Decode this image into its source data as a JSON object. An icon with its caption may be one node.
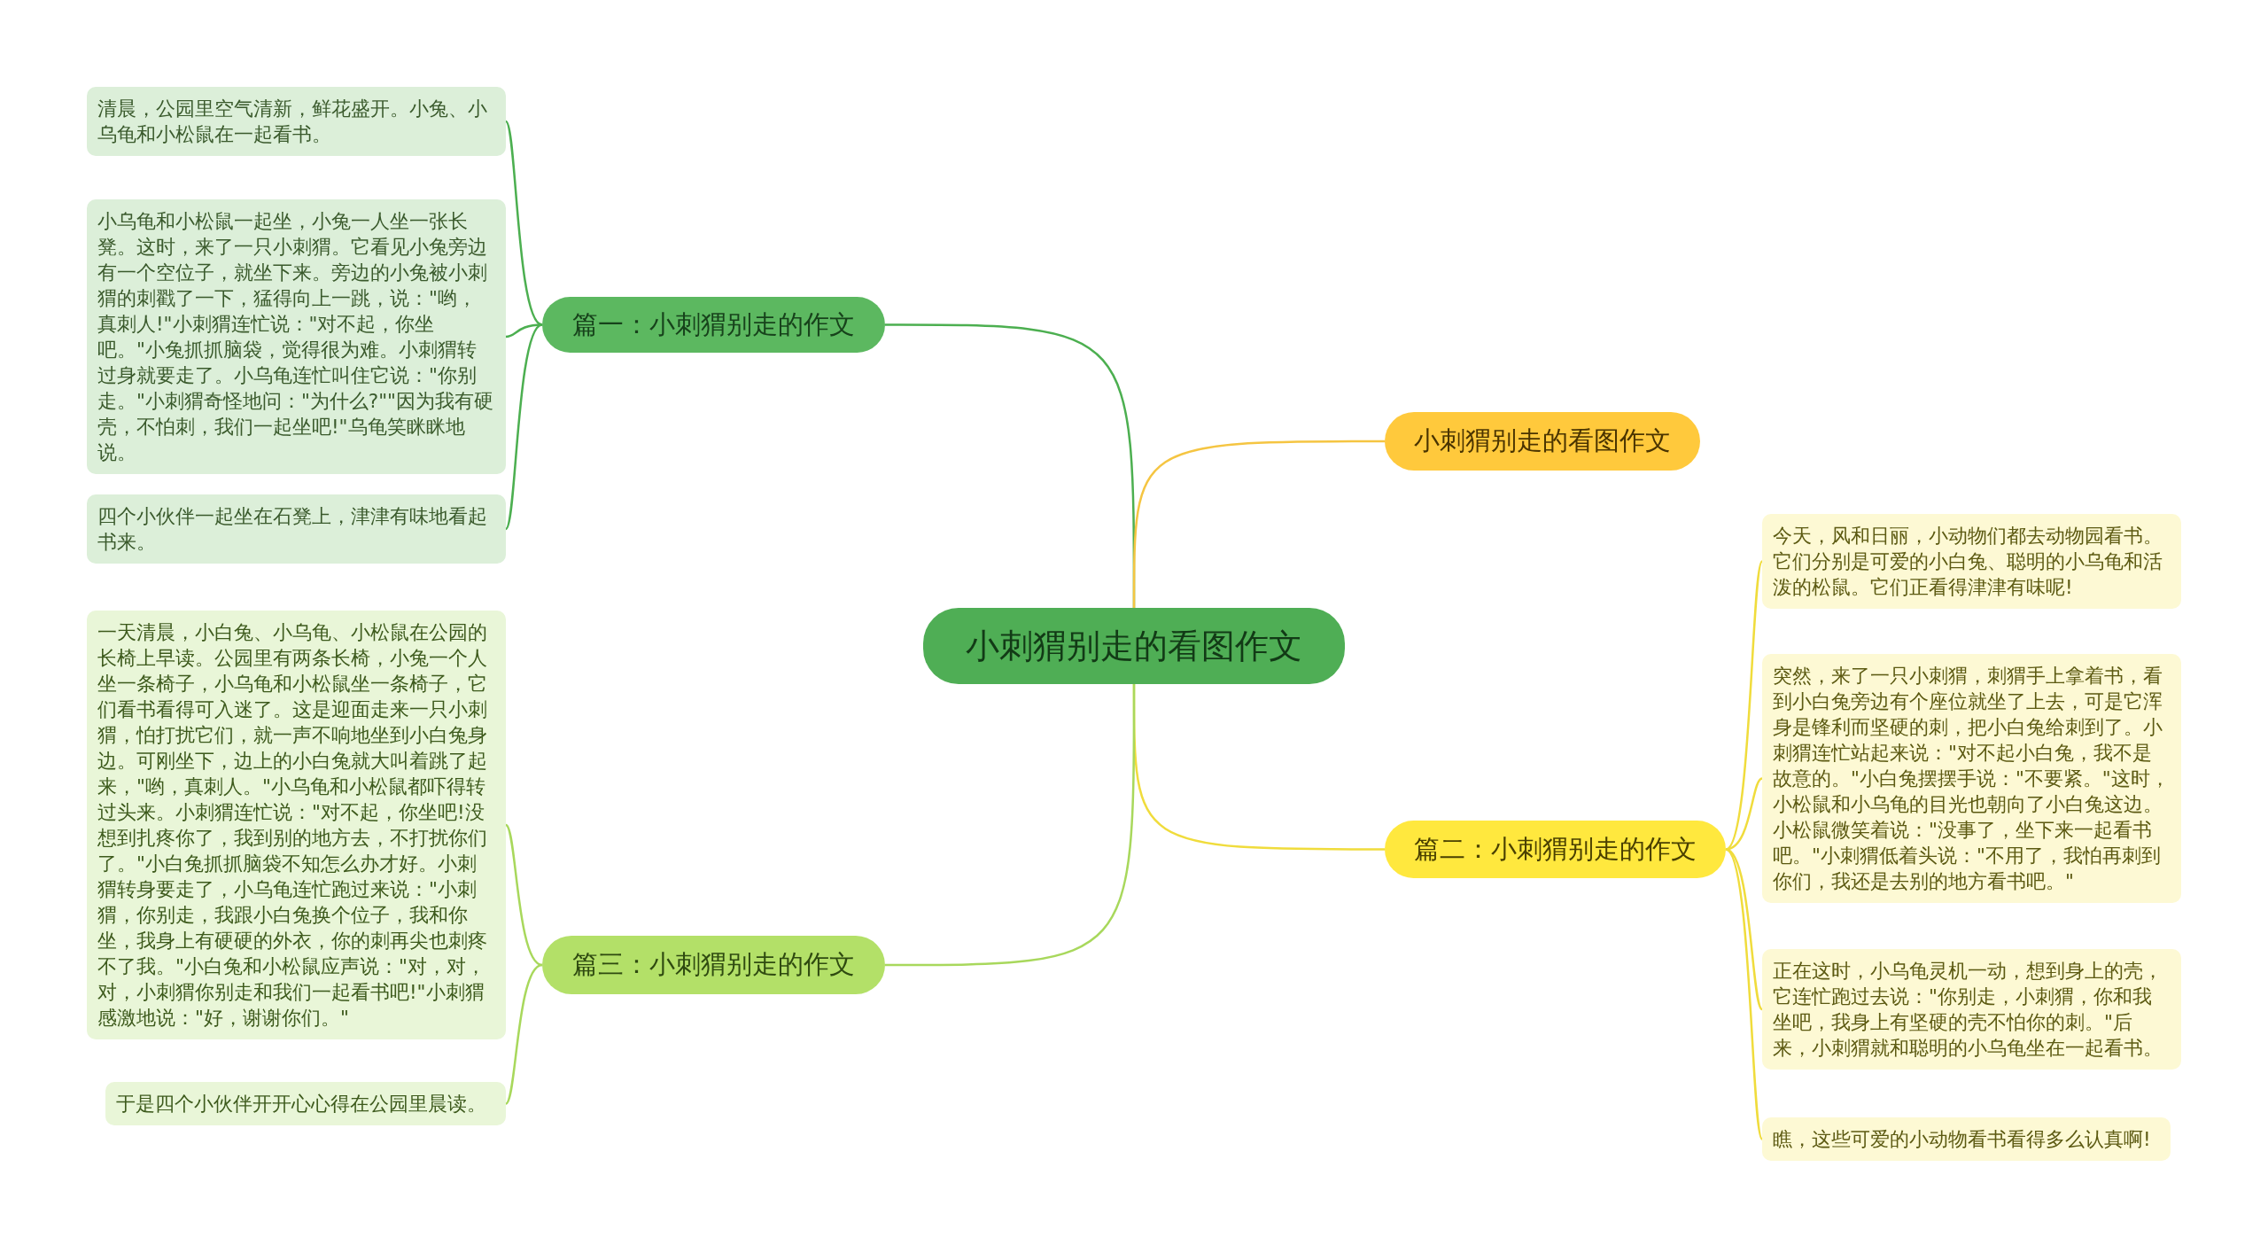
{
  "diagram": {
    "nodes": [
      {
        "text": [
          "小刺猬别走的看图作文"
        ]
      },
      {
        "text": [
          "篇一：小刺猬别走的作文"
        ]
      },
      {
        "text": [
          "清晨，公园里空气清新，鲜花盛开。小兔、小乌龟和小松鼠在一起看书。"
        ]
      },
      {
        "text": [
          "小乌龟和小松鼠一起坐，小兔一人坐一张长凳。这时，来了一只小刺猬。它看见小兔旁边有一个空位子，就坐下来。旁边的小兔被小刺猬的刺戳了一下，猛得向上一跳，说：\"哟，真刺人!\"小刺猬连忙说：\"对不起，你坐吧。\"小兔抓抓脑袋，觉得很为难。小刺猬转过身就要走了。小乌龟连忙叫住它说：\"你别走。\"小刺猬奇怪地问：\"为什么?\"\"因为我有硬壳，不怕刺，我们一起坐吧!\"乌龟笑眯眯地说。"
        ]
      },
      {
        "text": [
          "四个小伙伴一起坐在石凳上，津津有味地看起书来。"
        ]
      },
      {
        "text": [
          "小刺猬别走的看图作文"
        ]
      },
      {
        "text": [
          "篇二：小刺猬别走的作文"
        ]
      },
      {
        "text": [
          "今天，风和日丽，小动物们都去动物园看书。它们分别是可爱的小白兔、聪明的小乌龟和活泼的松鼠。它们正看得津津有味呢!"
        ]
      },
      {
        "text": [
          "突然，来了一只小刺猬，刺猬手上拿着书，看到小白兔旁边有个座位就坐了上去，可是它浑身是锋利而坚硬的刺，把小白兔给刺到了。小刺猬连忙站起来说：\"对不起小白兔，我不是故意的。\"小白兔摆摆手说：\"不要紧。\"这时，小松鼠和小乌龟的目光也朝向了小白兔这边。小松鼠微笑着说：\"没事了，坐下来一起看书吧。\"小刺猬低着头说：\"不用了，我怕再刺到你们，我还是去别的地方看书吧。\""
        ]
      },
      {
        "text": [
          "正在这时，小乌龟灵机一动，想到身上的壳，它连忙跑过去说：\"你别走，小刺猬，你和我坐吧，我身上有坚硬的壳不怕你的刺。\"后来，小刺猬就和聪明的小乌龟坐在一起看书。"
        ]
      },
      {
        "text": [
          "瞧，这些可爱的小动物看书看得多么认真啊!"
        ]
      },
      {
        "text": [
          "篇三：小刺猬别走的作文"
        ]
      },
      {
        "text": [
          "一天清晨，小白兔、小乌龟、小松鼠在公园的长椅上早读。公园里有两条长椅，小兔一个人坐一条椅子，小乌龟和小松鼠坐一条椅子，它们看书看得可入迷了。这是迎面走来一只小刺猬，怕打扰它们，就一声不响地坐到小白兔身边。可刚坐下，边上的小白兔就大叫着跳了起来，\"哟，真刺人。\"小乌龟和小松鼠都吓得转过头来。小刺猬连忙说：\"对不起，你坐吧!没想到扎疼你了，我到别的地方去，不打扰你们了。\"小白兔抓抓脑袋不知怎么办才好。小刺猬转身要走了，小乌龟连忙跑过来说：\"小刺猬，你别走，我跟小白兔换个位子，我和你坐，我身上有硬硬的外衣，你的刺再尖也刺疼不了我。\"小白兔和小松鼠应声说：\"对，对，对，小刺猬你别走和我们一起看书吧!\"小刺猬感激地说：\"好，谢谢你们。\""
        ]
      },
      {
        "text": [
          "于是四个小伙伴开开心心得在公园里晨读。"
        ]
      }
    ],
    "edges": [
      {
        "from": 0,
        "to": 1,
        "arrow": "none",
        "color": "#4caf50"
      },
      {
        "from": 1,
        "to": 2,
        "arrow": "none",
        "color": "#4caf50"
      },
      {
        "from": 1,
        "to": 3,
        "arrow": "none",
        "color": "#4caf50"
      },
      {
        "from": 1,
        "to": 4,
        "arrow": "none",
        "color": "#4caf50"
      },
      {
        "from": 0,
        "to": 5,
        "arrow": "none",
        "color": "#f5c542"
      },
      {
        "from": 0,
        "to": 6,
        "arrow": "none"
      },
      {
        "from": 6,
        "to": 7,
        "arrow": "none"
      },
      {
        "from": 6,
        "to": 8,
        "arrow": "none"
      },
      {
        "from": 6,
        "to": 9,
        "arrow": "none"
      },
      {
        "from": 6,
        "to": 10,
        "arrow": "none"
      },
      {
        "from": 0,
        "to": 11,
        "arrow": "none",
        "color": "#a8d85c"
      },
      {
        "from": 11,
        "to": 12,
        "arrow": "none",
        "color": "#a8d85c"
      },
      {
        "from": 11,
        "to": 13,
        "arrow": "none",
        "color": "#a8d85c"
      }
    ]
  }
}
